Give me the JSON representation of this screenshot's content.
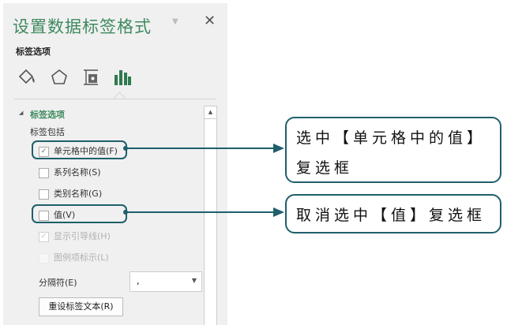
{
  "panel": {
    "title": "设置数据标签格式",
    "dropdown_glyph": "▼",
    "close_glyph": "✕",
    "subtitle": "标签选项",
    "icons": [
      "fill-line-icon",
      "effects-pentagon-icon",
      "size-properties-icon",
      "label-options-bar-chart-icon"
    ],
    "section_title": "标签选项",
    "section_expand_glyph": "◢",
    "group_label": "标签包括",
    "checkboxes": [
      {
        "label": "单元格中的值(F)",
        "checked": true,
        "enabled": true
      },
      {
        "label": "系列名称(S)",
        "checked": false,
        "enabled": true
      },
      {
        "label": "类别名称(G)",
        "checked": false,
        "enabled": true
      },
      {
        "label": "值(V)",
        "checked": false,
        "enabled": true
      },
      {
        "label": "显示引导线(H)",
        "checked": true,
        "enabled": false
      },
      {
        "label": "图例项标示(L)",
        "checked": false,
        "enabled": false
      }
    ],
    "separator_label": "分隔符(E)",
    "separator_value": ",",
    "reset_button": "重设标签文本(R)"
  },
  "callouts": [
    {
      "text_line1": "选中【单元格中的值】",
      "text_line2": "复选框"
    },
    {
      "text": "取消选中【值】复选框"
    }
  ],
  "colors": {
    "accent": "#3f8a5f",
    "callout": "#1f5f6b"
  }
}
